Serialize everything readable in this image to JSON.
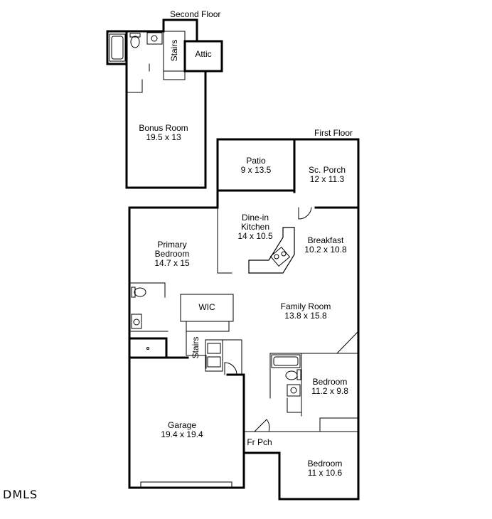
{
  "floors": {
    "second": "Second Floor",
    "first": "First Floor"
  },
  "rooms": {
    "bonus": {
      "name": "Bonus Room",
      "dims": "19.5 x 13"
    },
    "attic": {
      "name": "Attic"
    },
    "stairs_upper": {
      "name": "Stairs"
    },
    "patio": {
      "name": "Patio",
      "dims": "9 x 13.5"
    },
    "sc_porch": {
      "name": "Sc. Porch",
      "dims": "12 x 11.3"
    },
    "kitchen": {
      "name_line1": "Dine-in",
      "name_line2": "Kitchen",
      "dims": "14 x 10.5"
    },
    "breakfast": {
      "name": "Breakfast",
      "dims": "10.2 x 10.8"
    },
    "primary": {
      "name_line1": "Primary",
      "name_line2": "Bedroom",
      "dims": "14.7 x 15"
    },
    "wic": {
      "name": "WIC"
    },
    "family": {
      "name": "Family Room",
      "dims": "13.8 x 15.8"
    },
    "stairs_lower": {
      "name": "Stairs"
    },
    "bedroom1": {
      "name": "Bedroom",
      "dims": "11.2 x 9.8"
    },
    "garage": {
      "name": "Garage",
      "dims": "19.4 x 19.4"
    },
    "fr_pch": {
      "name": "Fr Pch"
    },
    "bedroom2": {
      "name": "Bedroom",
      "dims": "11 x 10.6"
    }
  },
  "watermark": "DMLS"
}
